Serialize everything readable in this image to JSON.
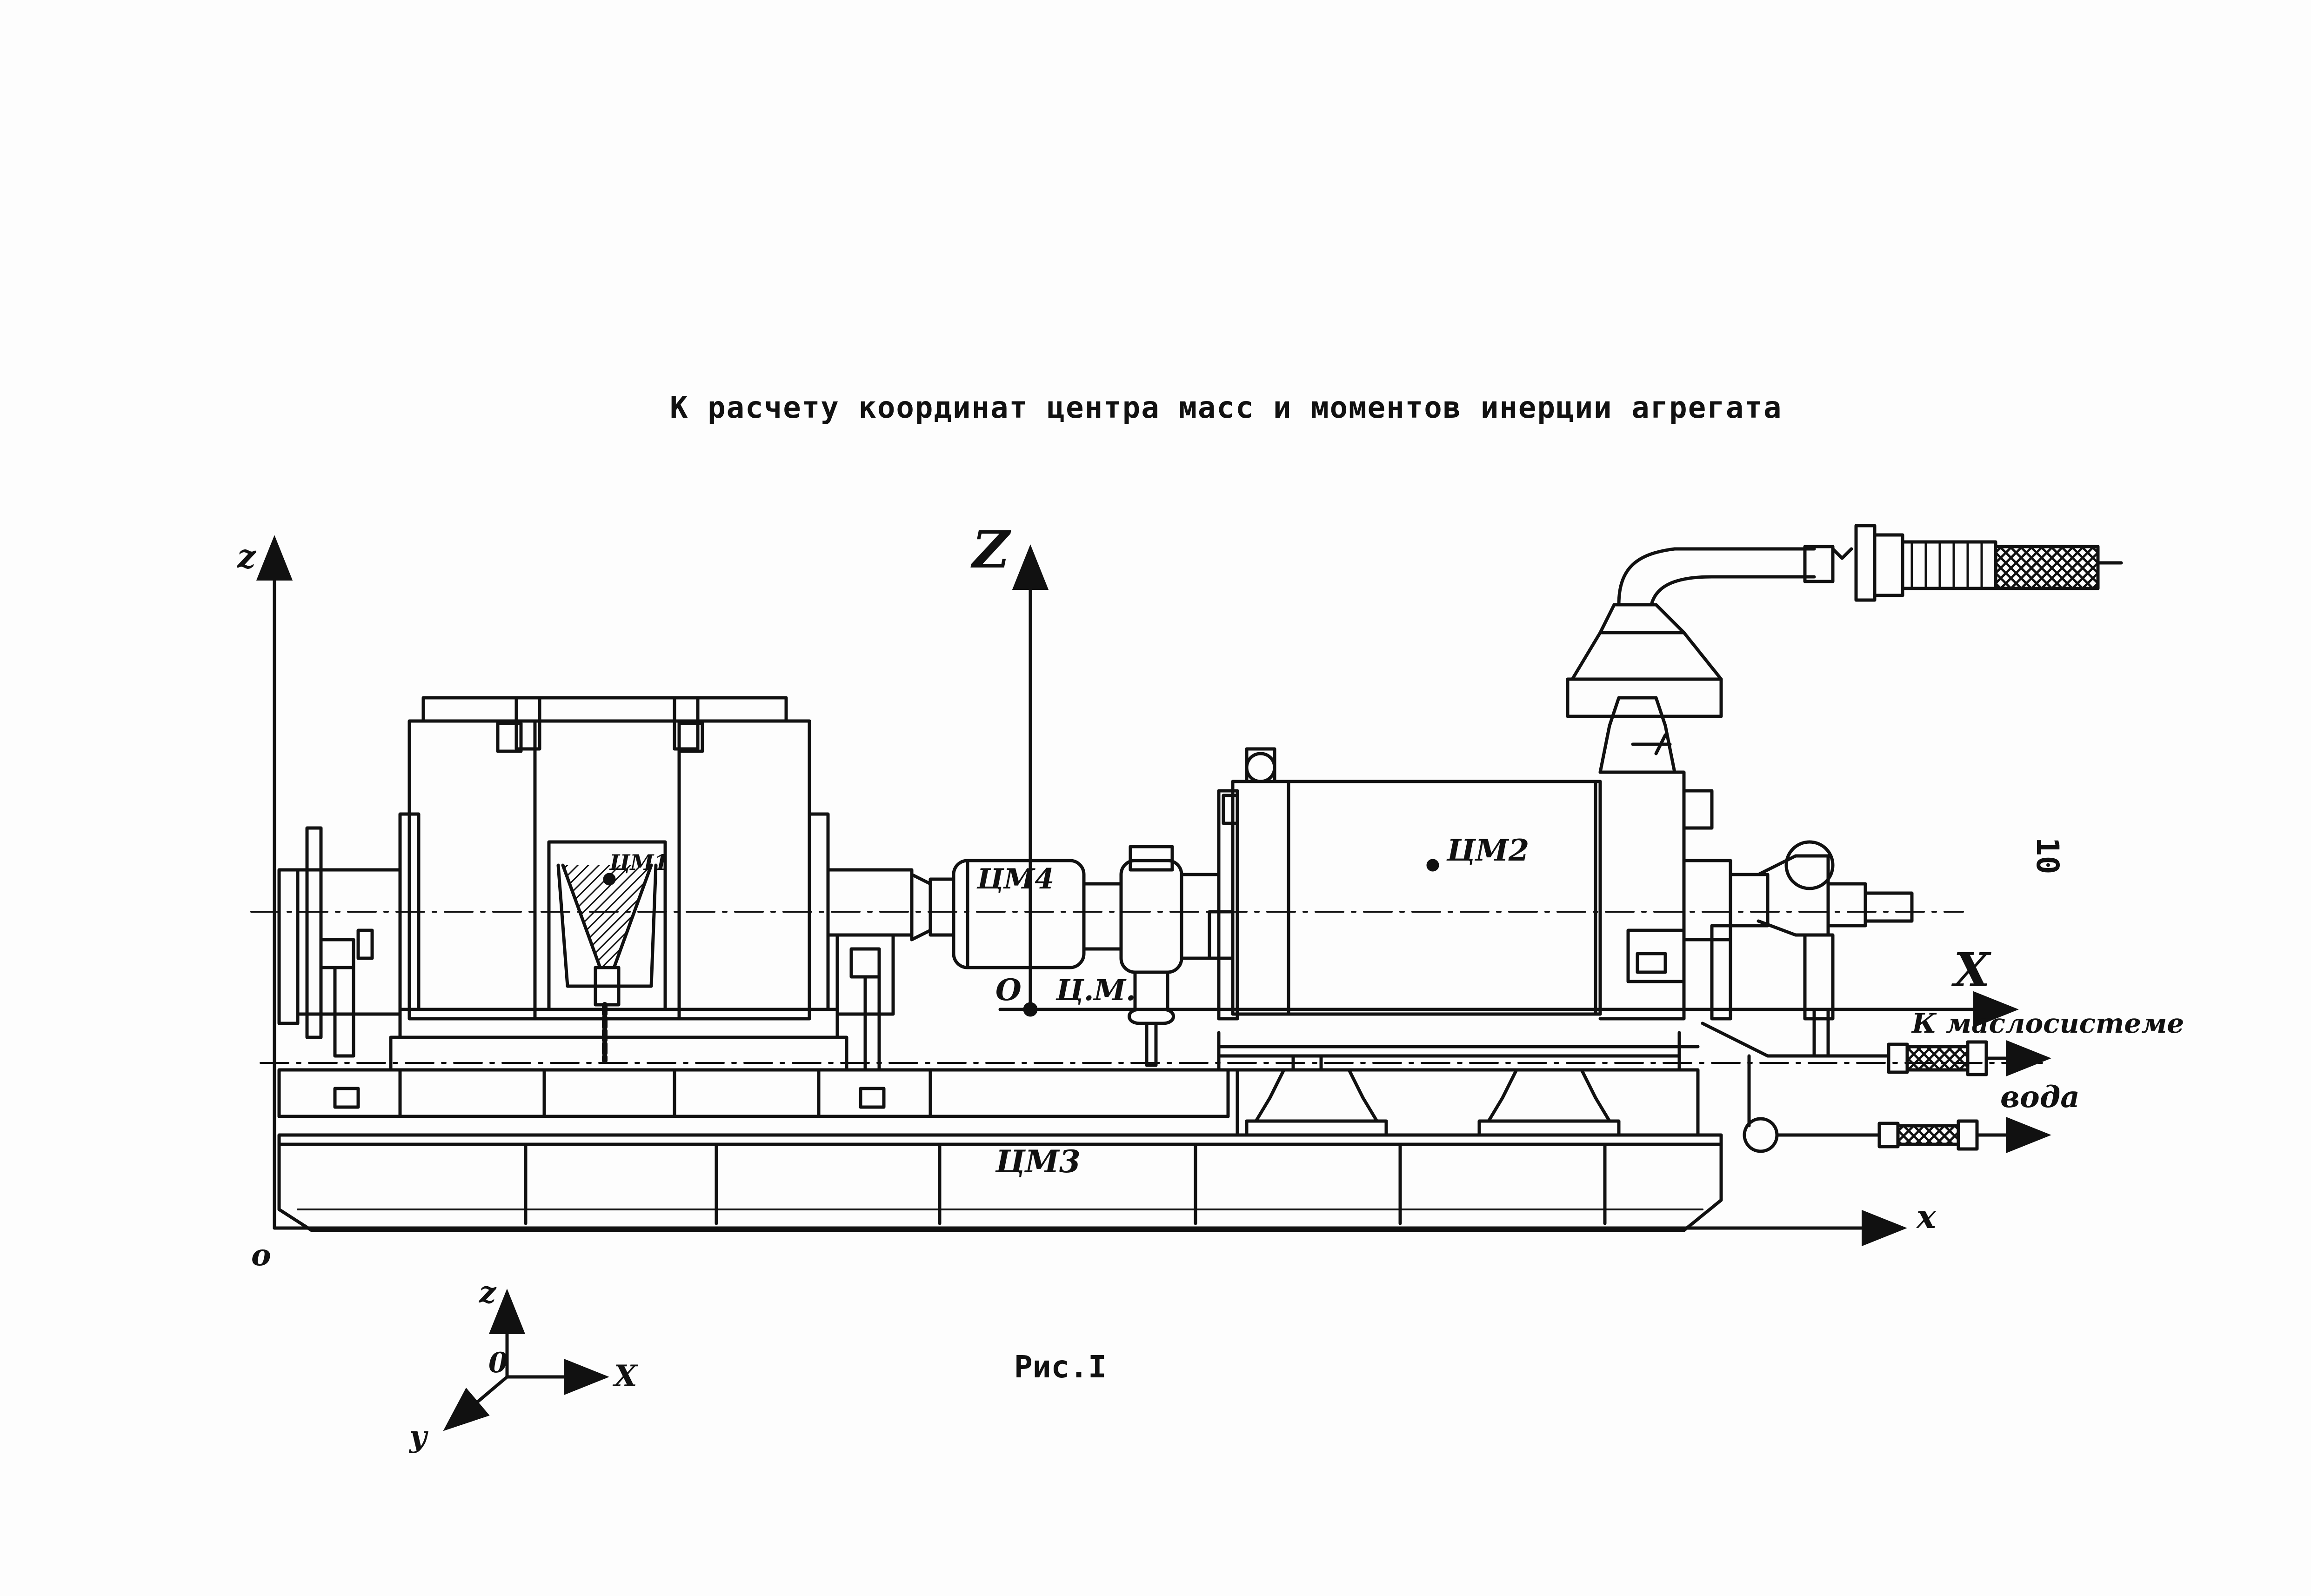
{
  "title": "К расчету координат центра масс и моментов инерции агрегата",
  "figure_caption": "Рис.I",
  "page_number": "10",
  "labels": {
    "z_left": "z",
    "z_center": "Z",
    "x_upper": "X",
    "x_lower": "x",
    "origin_lower": "o",
    "origin_center": "O",
    "cm": "Ц.М.",
    "cm1": "ЦМ1",
    "cm2": "ЦМ2",
    "cm3": "ЦМ3",
    "cm4": "ЦМ4",
    "oil_system": "К маслосистеме",
    "water": "вода"
  },
  "axes_legend": {
    "z": "z",
    "o": "0",
    "x": "X",
    "y": "y"
  }
}
